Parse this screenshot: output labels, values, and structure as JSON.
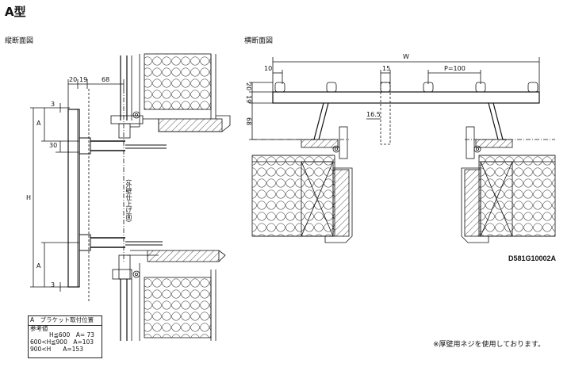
{
  "title": "A型",
  "vertical_section": {
    "label": "縦断面図",
    "dims_top": [
      "20",
      "19",
      "68"
    ],
    "dim_A_top": "A",
    "dim_A_bottom": "A",
    "dim_3_top": "3",
    "dim_3_bottom": "3",
    "dim_30": "30",
    "dim_H": "H",
    "wall_label": "(外壁仕上げ面)"
  },
  "horizontal_section": {
    "label": "横断面図",
    "dim_W": "W",
    "dim_10": "10",
    "dim_15": "15",
    "dim_P": "P=100",
    "dim_19": "19",
    "dim_20": "20",
    "dim_68": "68",
    "dim_16_5": "16.5"
  },
  "bracket_table": {
    "header": "A　ブラケット取付位置",
    "subheader": "参考値",
    "rows": [
      "H≦600　A= 73",
      "600<H≦900　A=103",
      "900<H　　A=153"
    ]
  },
  "drawing_code": "D581G10002A",
  "note": "※厚壁用ネジを使用しております。",
  "colors": {
    "line": "#111111",
    "background": "#ffffff"
  }
}
